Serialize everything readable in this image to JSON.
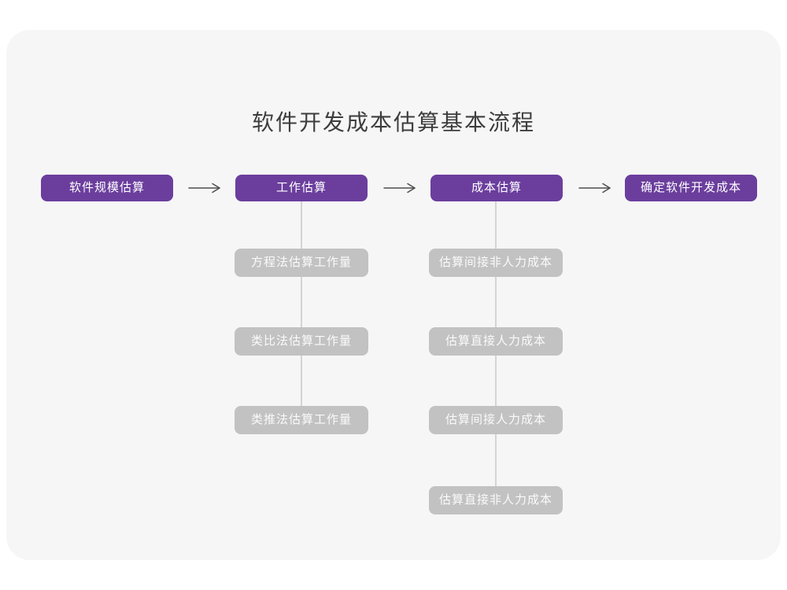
{
  "title": "软件开发成本估算基本流程",
  "colors": {
    "page_bg": "#ffffff",
    "card_bg": "#f6f6f6",
    "primary_node_bg": "#6b3e9d",
    "primary_node_text": "#ffffff",
    "sub_node_bg": "#c2c2c2",
    "sub_node_text": "#fafafa",
    "arrow": "#4d4d4d",
    "connector_line": "#d4d4d4",
    "title_text": "#3d3d3d"
  },
  "flow": {
    "nodes": [
      {
        "label": "软件规模估算"
      },
      {
        "label": "工作估算"
      },
      {
        "label": "成本估算"
      },
      {
        "label": "确定软件开发成本"
      }
    ]
  },
  "sub_columns": [
    {
      "parent": "工作估算",
      "items": [
        {
          "label": "方程法估算工作量"
        },
        {
          "label": "类比法估算工作量"
        },
        {
          "label": "类推法估算工作量"
        }
      ]
    },
    {
      "parent": "成本估算",
      "items": [
        {
          "label": "估算间接非人力成本"
        },
        {
          "label": "估算直接人力成本"
        },
        {
          "label": "估算间接人力成本"
        },
        {
          "label": "估算直接非人力成本"
        }
      ]
    }
  ]
}
